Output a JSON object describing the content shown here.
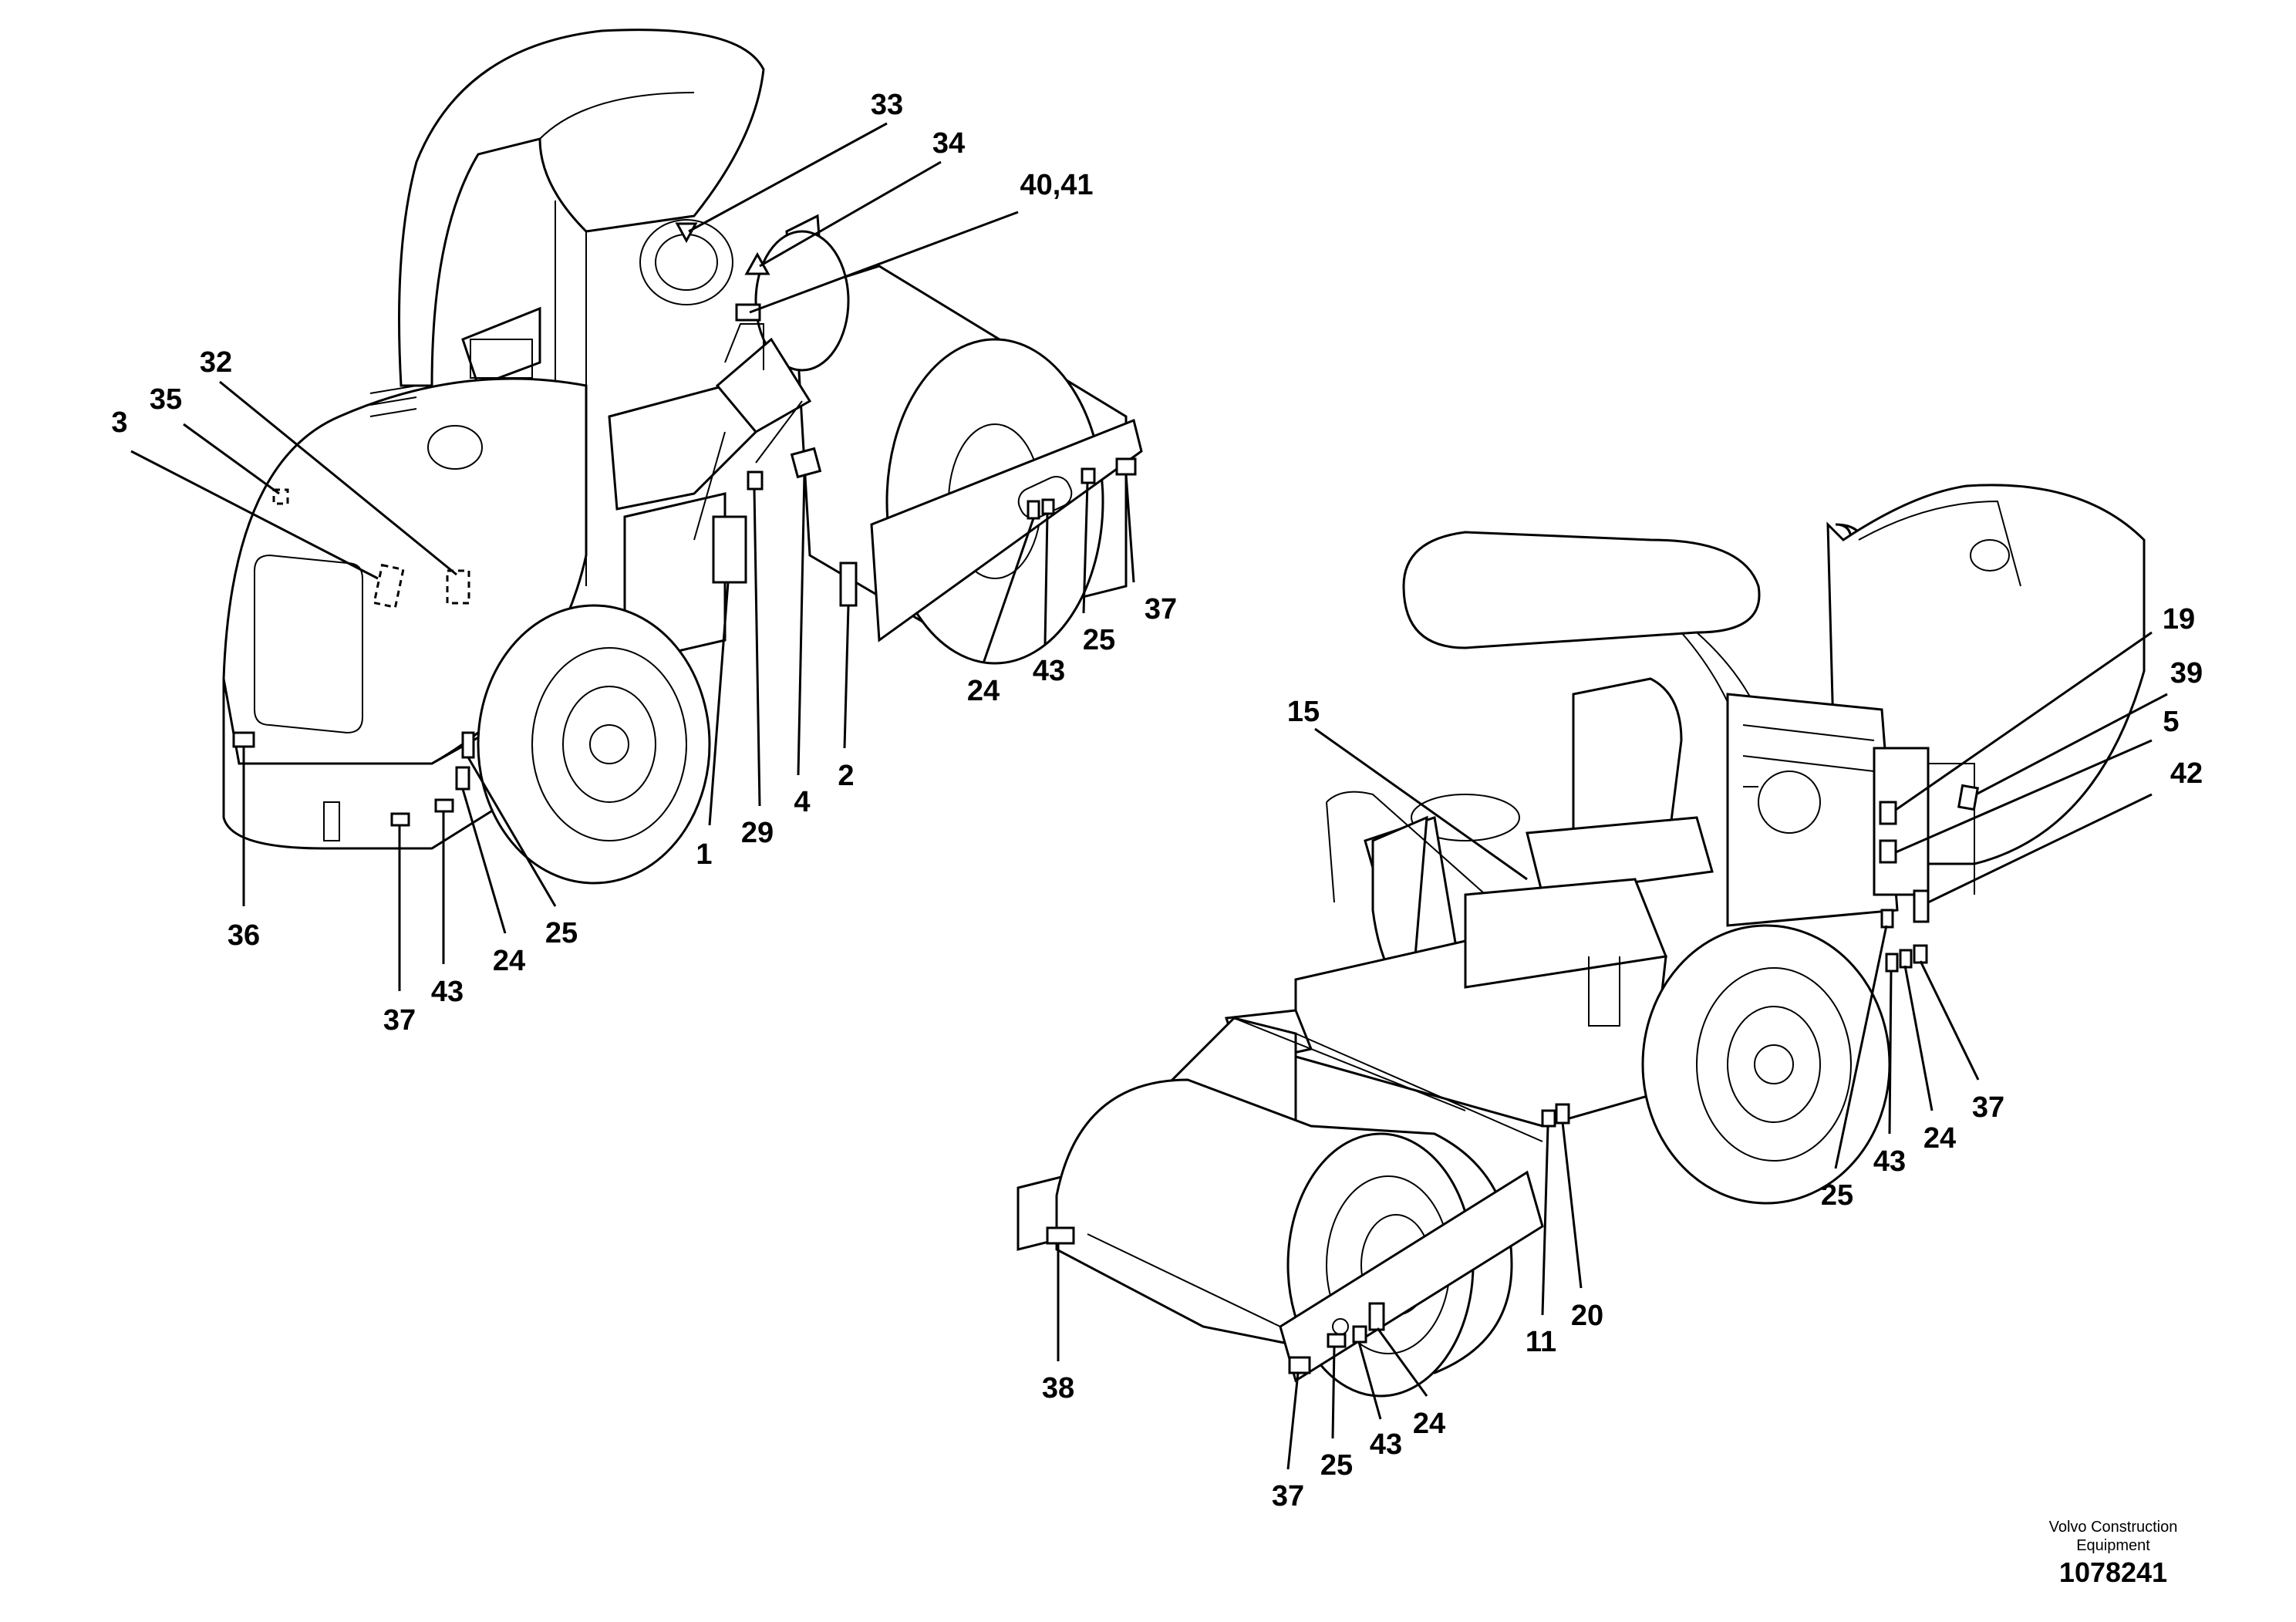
{
  "callouts": {
    "left": [
      "33",
      "34",
      "40,41",
      "32",
      "35",
      "3",
      "1",
      "29",
      "4",
      "2",
      "24",
      "43",
      "25",
      "37",
      "36",
      "37",
      "43",
      "24",
      "25"
    ],
    "right": [
      "19",
      "39",
      "5",
      "42",
      "15",
      "25",
      "43",
      "24",
      "37",
      "11",
      "20",
      "38",
      "37",
      "25",
      "43",
      "24"
    ]
  },
  "footer": {
    "company_line1": "Volvo Construction",
    "company_line2": "Equipment",
    "drawing_number": "1078241"
  }
}
